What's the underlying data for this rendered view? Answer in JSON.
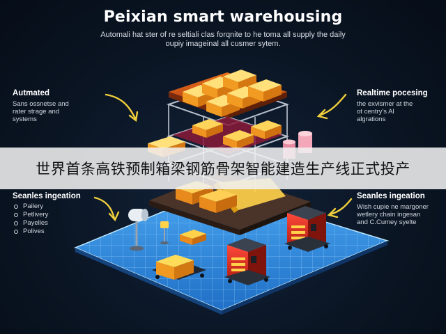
{
  "header": {
    "title": "Peixian smart warehousing",
    "subtitle_line1": "Automali hat ster of re seltiali clas forqnite to he toma all supply the daily",
    "subtitle_line2": "oupiy imageinal all cusmer sytem."
  },
  "callouts": {
    "top_left": {
      "title": "Autmated",
      "lines": [
        "Sans ossnetse and",
        "rater strage and",
        "systems"
      ]
    },
    "top_right": {
      "title": "Realtime pocesing",
      "lines": [
        "the exvismer at the",
        "ot centry's Al",
        "algrations"
      ]
    },
    "bottom_left": {
      "title": "Seanles ingeation",
      "items": [
        "Pailery",
        "Petlivery",
        "Payelles",
        "Polives"
      ]
    },
    "bottom_right": {
      "title": "Seanles ingeation",
      "lines": [
        "Wish cupie ne margoner",
        "wetlery chain ingesan",
        "and C.Cumey syelte"
      ]
    }
  },
  "caption": "世界首条高铁预制箱梁钢筋骨架智能建造生产线正式投产",
  "colors": {
    "background": "#0b1626",
    "floor": "#2f8de0",
    "floor_grid": "#8fd0ff",
    "crate": "#f5a623",
    "robot_red": "#e0322a",
    "arrow": "#f2d03b",
    "caption_band": "#f0f0f0"
  }
}
